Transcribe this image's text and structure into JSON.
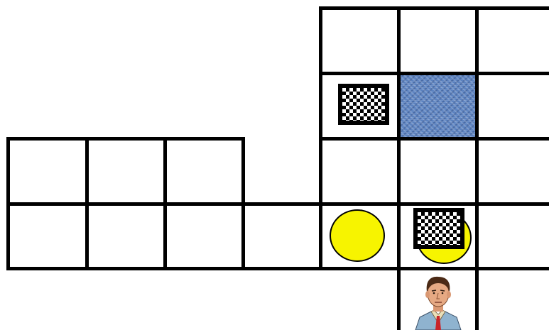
{
  "game": {
    "cells": [
      {
        "id": "r0c4",
        "kind": "floor"
      },
      {
        "id": "r0c5",
        "kind": "floor"
      },
      {
        "id": "r0c6",
        "kind": "floor"
      },
      {
        "id": "r1c4",
        "kind": "box"
      },
      {
        "id": "r1c5",
        "kind": "water"
      },
      {
        "id": "r1c6",
        "kind": "floor"
      },
      {
        "id": "r2c0",
        "kind": "floor"
      },
      {
        "id": "r2c1",
        "kind": "floor"
      },
      {
        "id": "r2c2",
        "kind": "floor"
      },
      {
        "id": "r2c4",
        "kind": "floor"
      },
      {
        "id": "r2c5",
        "kind": "floor"
      },
      {
        "id": "r2c6",
        "kind": "floor"
      },
      {
        "id": "r3c0",
        "kind": "floor"
      },
      {
        "id": "r3c1",
        "kind": "floor"
      },
      {
        "id": "r3c2",
        "kind": "floor"
      },
      {
        "id": "r3c3",
        "kind": "floor"
      },
      {
        "id": "r3c4",
        "kind": "goal"
      },
      {
        "id": "r3c5",
        "kind": "box-on-goal"
      },
      {
        "id": "r3c6",
        "kind": "floor"
      },
      {
        "id": "r4c5",
        "kind": "player"
      },
      {
        "id": "r4c6",
        "kind": "floor"
      }
    ],
    "colors": {
      "grid": "#000000",
      "floor": "#ffffff",
      "goal": "#f7f400",
      "water": "#5b82c0"
    },
    "icons": {
      "box": "checkered-crate-icon",
      "goal": "yellow-goal-marker-icon",
      "player": "man-portrait-icon",
      "water": "blue-water-tile-icon"
    }
  }
}
